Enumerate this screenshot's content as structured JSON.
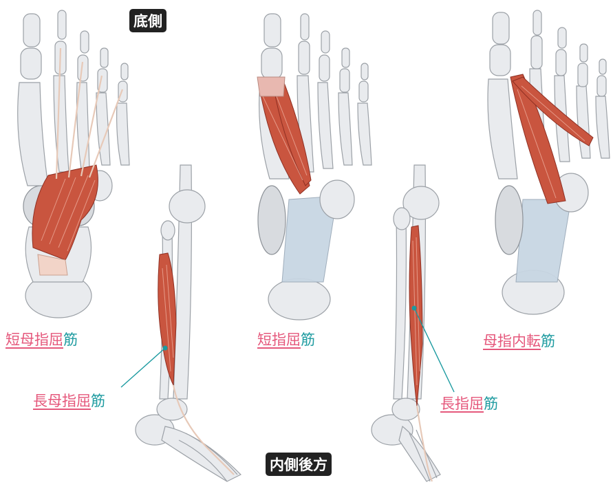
{
  "view_labels": {
    "plantar": "底側",
    "medial_posterior": "内側後方"
  },
  "muscles": {
    "fhb": {
      "prefix": "短母指屈",
      "suffix": "筋"
    },
    "fdb": {
      "prefix": "短指屈",
      "suffix": "筋"
    },
    "add": {
      "prefix": "母指内転",
      "suffix": "筋"
    },
    "fhl": {
      "prefix": "長母指屈",
      "suffix": "筋"
    },
    "fdl": {
      "prefix": "長指屈",
      "suffix": "筋"
    }
  },
  "colors": {
    "muscle": "#c9553f",
    "label_pink": "#e5577b",
    "label_teal": "#1e9ba0",
    "tendon_sheath": "#c8d6e3"
  }
}
